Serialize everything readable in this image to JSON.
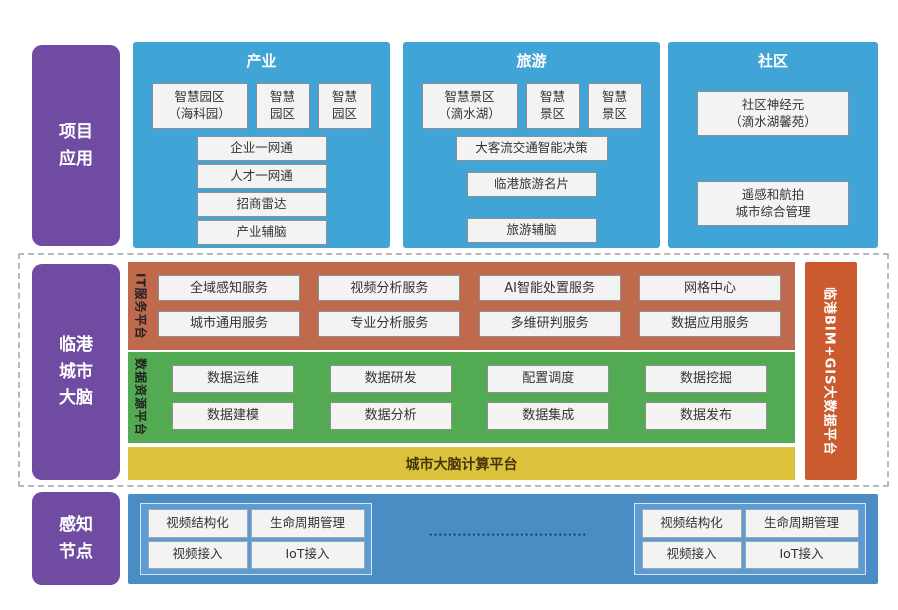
{
  "colors": {
    "rail_purple": "#6f4ba1",
    "app_blue": "#41a4d7",
    "it_orange": "#c06a4d",
    "data_green": "#52aa52",
    "compute_yellow": "#ddc23e",
    "bim_orange_red": "#cb5a2e",
    "sense_blue": "#4a8cc4",
    "sense_inner_blue": "#5d9bd3",
    "box_bg": "#f3f3f3",
    "dashed_border": "#b3b9bf"
  },
  "rails": {
    "project": "项目\n应用",
    "brain": "临港\n城市\n大脑",
    "sense": "感知\n节点"
  },
  "top_panels": [
    {
      "title": "产业",
      "top_boxes": [
        "智慧园区\n（海科园）",
        "智慧\n园区",
        "智慧\n园区"
      ],
      "stack_boxes": [
        "企业一网通",
        "人才一网通",
        "招商雷达",
        "产业辅脑"
      ]
    },
    {
      "title": "旅游",
      "top_boxes": [
        "智慧景区\n（滴水湖）",
        "智慧\n景区",
        "智慧\n景区"
      ],
      "stack_boxes": [
        "大客流交通智能决策",
        "临港旅游名片",
        "旅游辅脑"
      ]
    },
    {
      "title": "社区",
      "boxes": [
        "社区神经元\n（滴水湖馨苑）",
        "遥感和航拍\n城市综合管理"
      ]
    }
  ],
  "middle": {
    "it_platform": {
      "label": "IT服务平台",
      "rows": [
        [
          "全域感知服务",
          "视频分析服务",
          "AI智能处置服务",
          "网格中心"
        ],
        [
          "城市通用服务",
          "专业分析服务",
          "多维研判服务",
          "数据应用服务"
        ]
      ]
    },
    "data_platform": {
      "label": "数据资源平台",
      "rows": [
        [
          "数据运维",
          "数据研发",
          "配置调度",
          "数据挖掘"
        ],
        [
          "数据建模",
          "数据分析",
          "数据集成",
          "数据发布"
        ]
      ]
    },
    "compute_bar": "城市大脑计算平台",
    "bim_gis": "临港BIM+GIS大数据平台"
  },
  "bottom": {
    "groups": [
      {
        "boxes": [
          "视频结构化",
          "生命周期管理",
          "视频接入",
          "IoT接入"
        ]
      },
      {
        "boxes": [
          "视频结构化",
          "生命周期管理",
          "视频接入",
          "IoT接入"
        ]
      }
    ],
    "dots": "·································"
  }
}
